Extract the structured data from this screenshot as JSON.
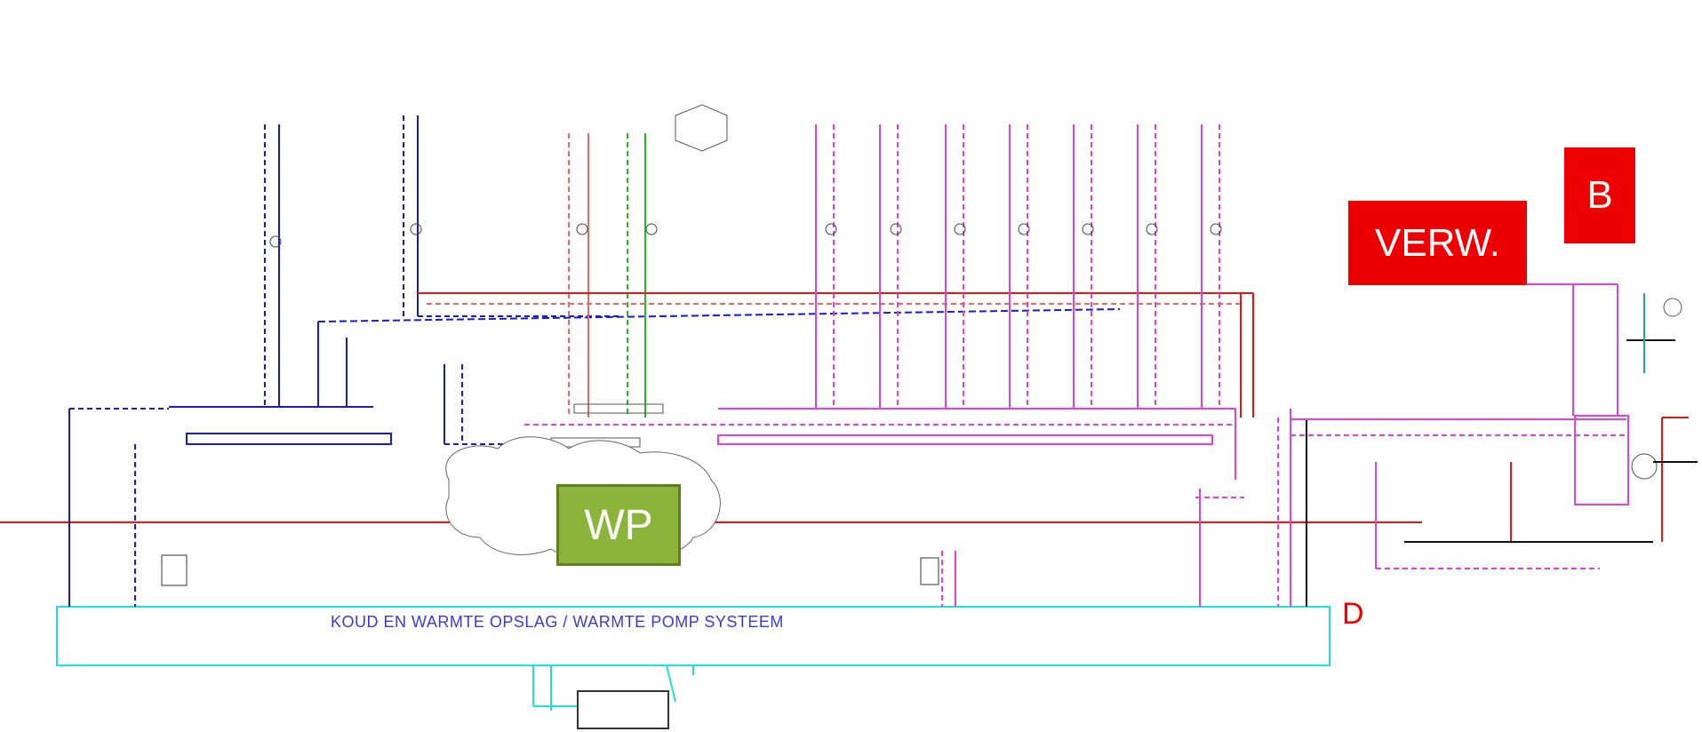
{
  "labels": {
    "verw": "VERW.",
    "b": "B",
    "wp": "WP",
    "storage_title": "KOUD EN WARMTE OPSLAG  / WARMTE POMP SYSTEEM",
    "d": "D"
  },
  "colors": {
    "supply_cold": "#1a1acc",
    "return_cold": "#4a4ae0",
    "hot": "#ee1111",
    "magenta": "#e040e0",
    "green": "#22bb22",
    "cyan": "#22dddd",
    "label_red": "#ee0000",
    "wp_green": "#8ab53a",
    "storage_text": "#3a3ad6"
  }
}
